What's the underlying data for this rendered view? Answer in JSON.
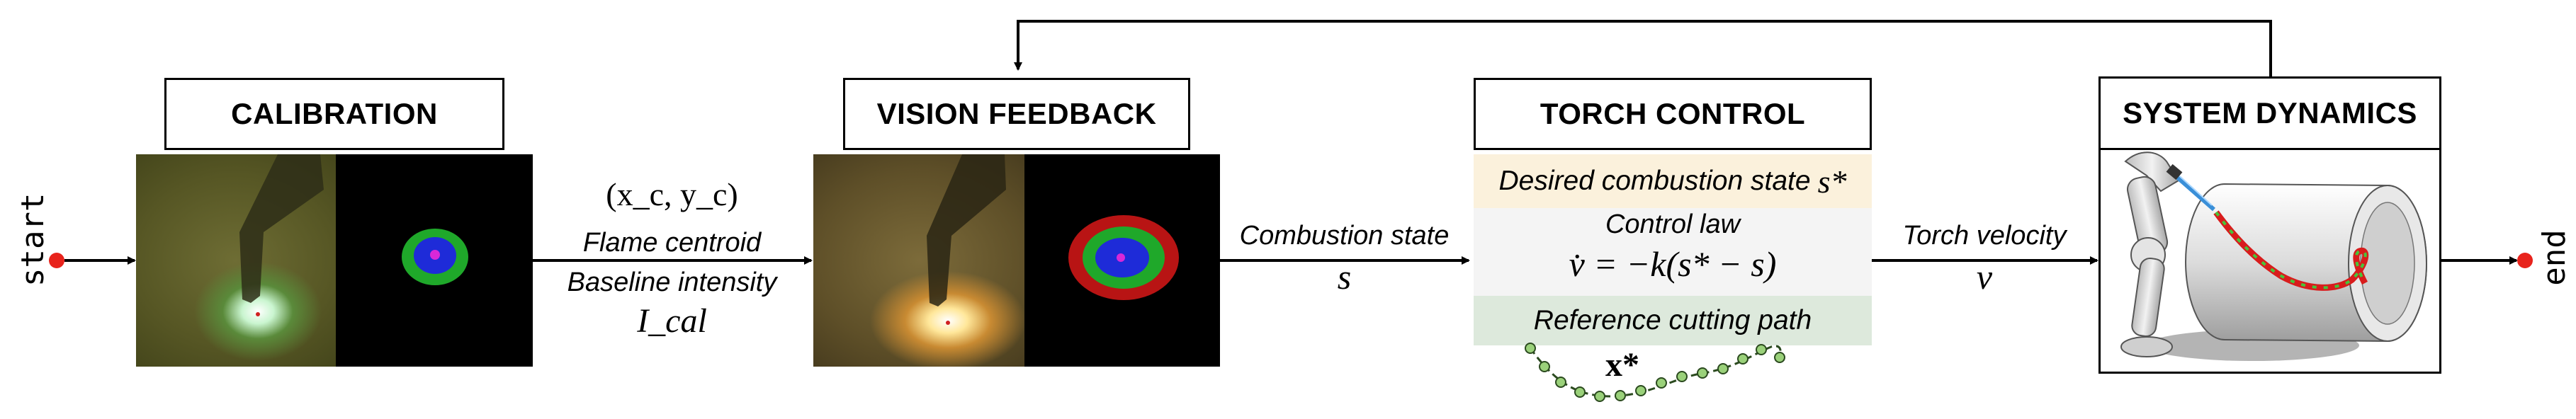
{
  "start_label": "start",
  "end_label": "end",
  "calibration": {
    "title": "CALIBRATION",
    "output_math": "(x_c, y_c)",
    "output_line1": "Flame centroid",
    "output_line2": "Baseline intensity",
    "output_math2": "I_cal"
  },
  "vision": {
    "title": "VISION FEEDBACK",
    "output_line1": "Combustion state",
    "output_math": "s"
  },
  "torch": {
    "title": "TORCH CONTROL",
    "desired": "Desired combustion state",
    "desired_math": "s*",
    "control_law_title": "Control law",
    "control_law_math": "v̇ = −k(s* − s)",
    "reference": "Reference cutting path",
    "reference_math": "x*",
    "output_line1": "Torch velocity",
    "output_math": "v"
  },
  "dynamics": {
    "title": "SYSTEM DYNAMICS"
  },
  "colors": {
    "start_dot": "#e8231c",
    "end_dot": "#e8231c",
    "desired_bg": "#fbf1dc",
    "control_bg": "#f4f4f4",
    "reference_bg": "#dde9dc",
    "path_green": "#9ad17a",
    "path_dark": "#2b4a1f"
  }
}
